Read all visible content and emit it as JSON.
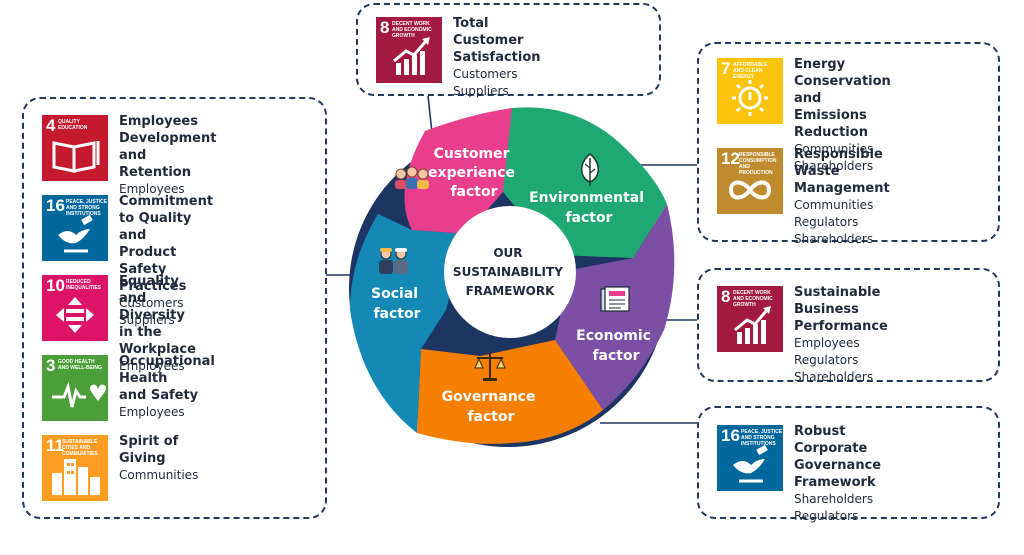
{
  "center": {
    "lines": [
      "OUR",
      "SUSTAINABILITY",
      "FRAMEWORK"
    ]
  },
  "factors": {
    "customer": {
      "lines": [
        "Customer",
        "experience",
        "factor"
      ],
      "color": "#e83e8c"
    },
    "environmental": {
      "lines": [
        "Environmental",
        "factor"
      ],
      "color": "#1fa872"
    },
    "economic": {
      "lines": [
        "Economic",
        "factor"
      ],
      "color": "#7b4fa3"
    },
    "governance": {
      "lines": [
        "Governance",
        "factor"
      ],
      "color": "#f77f00"
    },
    "social": {
      "lines": [
        "Social",
        "factor"
      ],
      "color": "#1489b5"
    },
    "ring_color": "#1c3563"
  },
  "top": {
    "sdg": {
      "num": "8",
      "caption": "DECENT WORK AND ECONOMIC GROWTH",
      "color": "#a21942"
    },
    "title": "Total Customer Satisfaction",
    "stakeholders": [
      "Customers",
      "Suppliers"
    ]
  },
  "left": [
    {
      "sdg": {
        "num": "4",
        "caption": "QUALITY EDUCATION",
        "color": "#c5192d"
      },
      "title": "Employees Development\nand Retention",
      "stakeholders": [
        "Employees"
      ]
    },
    {
      "sdg": {
        "num": "16",
        "caption": "PEACE, JUSTICE AND STRONG INSTITUTIONS",
        "color": "#00689d"
      },
      "title": "Commitment to Quality and\nProduct Safety Practices",
      "stakeholders": [
        "Customers",
        "Suppliers"
      ]
    },
    {
      "sdg": {
        "num": "10",
        "caption": "REDUCED INEQUALITIES",
        "color": "#dd1367"
      },
      "title": "Equality and Diversity\nin the Workplace",
      "stakeholders": [
        "Employees"
      ]
    },
    {
      "sdg": {
        "num": "3",
        "caption": "GOOD HEALTH AND WELL-BEING",
        "color": "#4c9f38"
      },
      "title": "Occupational Health\nand Safety",
      "stakeholders": [
        "Employees"
      ]
    },
    {
      "sdg": {
        "num": "11",
        "caption": "SUSTAINABLE CITIES AND COMMUNITIES",
        "color": "#fd9d24"
      },
      "title": "Spirit of Giving",
      "stakeholders": [
        "Communities"
      ]
    }
  ],
  "right_top": [
    {
      "sdg": {
        "num": "7",
        "caption": "AFFORDABLE AND CLEAN ENERGY",
        "color": "#fcc30b"
      },
      "title": "Energy Conservation and\nEmissions Reduction",
      "stakeholders": [
        "Communities",
        "Shareholders"
      ]
    },
    {
      "sdg": {
        "num": "12",
        "caption": "RESPONSIBLE CONSUMPTION AND PRODUCTION",
        "color": "#bf8b2e"
      },
      "title": "Responsible Waste\nManagement",
      "stakeholders": [
        "Communities",
        "Regulators",
        "Shareholders"
      ]
    }
  ],
  "right_mid": {
    "sdg": {
      "num": "8",
      "caption": "DECENT WORK AND ECONOMIC GROWTH",
      "color": "#a21942"
    },
    "title": "Sustainable Business\nPerformance",
    "stakeholders": [
      "Employees",
      "Regulators",
      "Shareholders"
    ]
  },
  "right_bottom": {
    "sdg": {
      "num": "16",
      "caption": "PEACE, JUSTICE AND STRONG INSTITUTIONS",
      "color": "#00689d"
    },
    "title": "Robust Corporate\nGovernance Framework",
    "stakeholders": [
      "Shareholders",
      "Regulators"
    ]
  }
}
